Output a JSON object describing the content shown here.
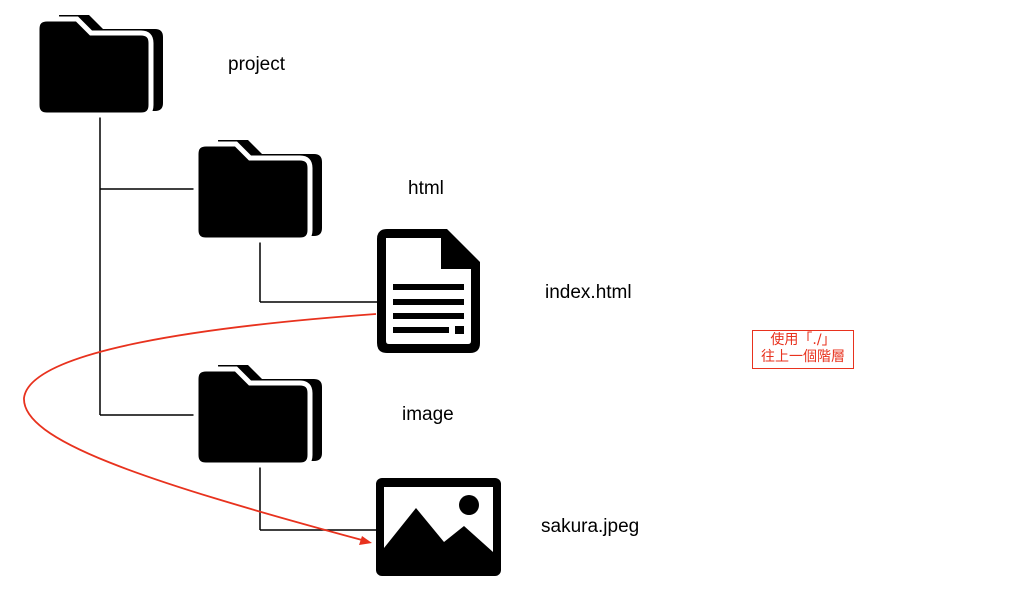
{
  "nodes": {
    "project": {
      "label": "project",
      "icon": "folder-icon"
    },
    "html": {
      "label": "html",
      "icon": "folder-icon"
    },
    "index": {
      "label": "index.html",
      "icon": "document-icon"
    },
    "image": {
      "label": "image",
      "icon": "folder-icon"
    },
    "sakura": {
      "label": "sakura.jpeg",
      "icon": "image-file-icon"
    }
  },
  "note": {
    "line1": "使用「./」",
    "line2": "往上一個階層"
  },
  "colors": {
    "icon": "#000000",
    "tree_line": "#000000",
    "arrow": "#e8321e",
    "note": "#e8321e"
  }
}
